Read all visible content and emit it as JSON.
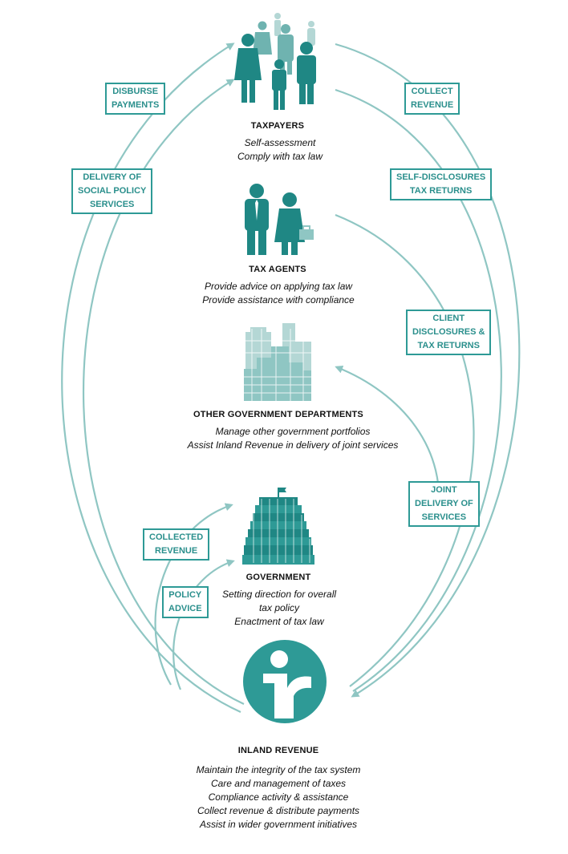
{
  "colors": {
    "accent": "#2e9a96",
    "accent_dark": "#1f8784",
    "accent_light": "#8fc6c3",
    "text": "#111111"
  },
  "nodes": {
    "taxpayers": {
      "title": "TAXPAYERS",
      "lines": [
        "Self-assessment",
        "Comply with tax law"
      ],
      "icon": "people-group-icon"
    },
    "tax_agents": {
      "title": "TAX AGENTS",
      "lines": [
        "Provide advice on applying tax law",
        "Provide assistance with compliance"
      ],
      "icon": "business-people-icon"
    },
    "other_departments": {
      "title": "OTHER GOVERNMENT DEPARTMENTS",
      "lines": [
        "Manage other government portfolios",
        "Assist Inland Revenue in delivery of joint services"
      ],
      "icon": "city-buildings-icon"
    },
    "government": {
      "title": "GOVERNMENT",
      "lines": [
        "Setting direction for overall",
        "tax policy",
        "Enactment of tax law"
      ],
      "icon": "beehive-building-icon"
    },
    "inland_revenue": {
      "title": "INLAND REVENUE",
      "lines": [
        "Maintain the integrity of the tax system",
        "Care and management of taxes",
        "Compliance activity &  assistance",
        "Collect revenue & distribute payments",
        "Assist in wider government initiatives"
      ],
      "icon": "ir-logo-icon"
    }
  },
  "flows": {
    "disburse_payments": [
      "DISBURSE",
      "PAYMENTS"
    ],
    "delivery_social": [
      "DELIVERY OF",
      "SOCIAL POLICY",
      "SERVICES"
    ],
    "collect_revenue": [
      "COLLECT",
      "REVENUE"
    ],
    "self_disclosures": [
      "SELF-DISCLOSURES",
      "TAX RETURNS"
    ],
    "client_disclosures": [
      "CLIENT",
      "DISCLOSURES &",
      "TAX RETURNS"
    ],
    "joint_delivery": [
      "JOINT",
      "DELIVERY OF",
      "SERVICES"
    ],
    "collected_revenue": [
      "COLLECTED",
      "REVENUE"
    ],
    "policy_advice": [
      "POLICY",
      "ADVICE"
    ]
  }
}
